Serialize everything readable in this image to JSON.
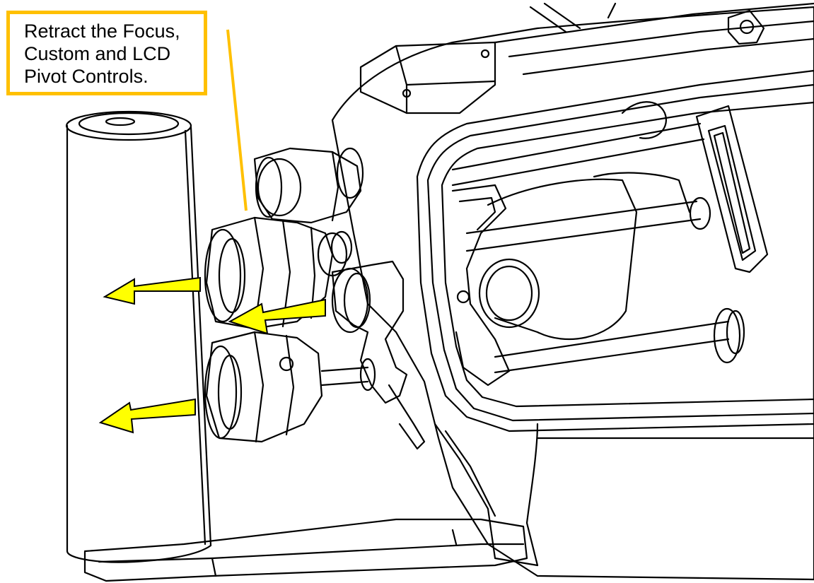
{
  "callout": {
    "lines": [
      "Retract the Focus,",
      "Custom and LCD",
      "Pivot Controls."
    ]
  },
  "colors": {
    "callout_border": "#FFC000",
    "arrow_fill": "#FFFF00",
    "line_art": "#000000",
    "background": "#FFFFFF"
  },
  "icons": {
    "arrows": [
      "left-arrow-icon",
      "left-arrow-icon",
      "left-arrow-icon"
    ]
  }
}
